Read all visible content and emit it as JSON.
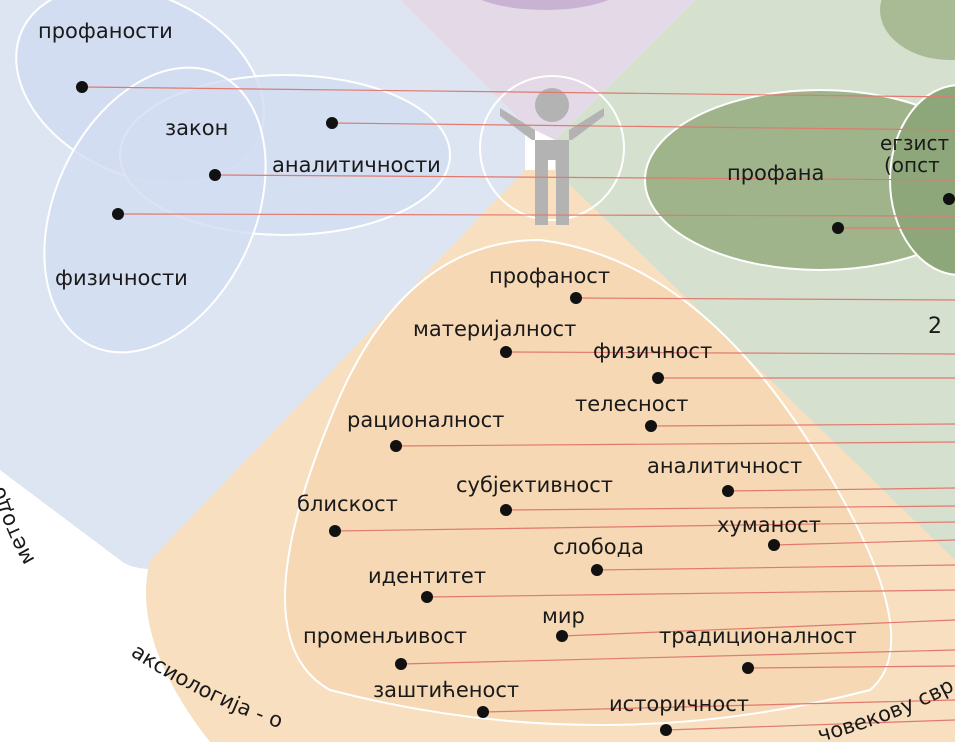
{
  "colors": {
    "background": "#ffffff",
    "blue_region": "#dde5f2",
    "blue_ellipse": "#cfdaf0",
    "purple_region": "#e4d9e7",
    "purple_blob": "#c8b3d2",
    "green_region": "#d6e0cf",
    "green_ellipse": "#97ad82",
    "orange_region": "#f8dfbf",
    "orange_inner": "#f5d6b0",
    "connector_line": "#e07a6f",
    "dot": "#111111",
    "figure": "#b3b3b3"
  },
  "icons": [
    "person-icon"
  ],
  "labels": {
    "blue": {
      "profanosti": "профаности",
      "zakon": "закон",
      "analitichnosti": "аналитичности",
      "fizichnosti": "физичности"
    },
    "green": {
      "profana": "профана",
      "egzist_line1": "егзист",
      "egzist_line2": "(опст",
      "number": "2"
    },
    "orange": {
      "profanost": "профаност",
      "materijalnost": "материјалност",
      "fizichnost": "физичност",
      "telesnost": "телесност",
      "racionalnost": "рационалност",
      "analitichnost": "аналитичност",
      "subjektivnost": "субјективност",
      "bliskost": "блискост",
      "humanost": "хуманост",
      "sloboda": "слобода",
      "identitet": "идентитет",
      "mir": "мир",
      "promenljivost": "променљивост",
      "tradicionalnost": "традиционалност",
      "zashticenost": "заштићеност",
      "istorichnost": "историчност"
    },
    "arcs": {
      "left_arc": "методо",
      "bottom_arc": "аксиологија - о",
      "right_arc": "човекову сврх"
    }
  }
}
